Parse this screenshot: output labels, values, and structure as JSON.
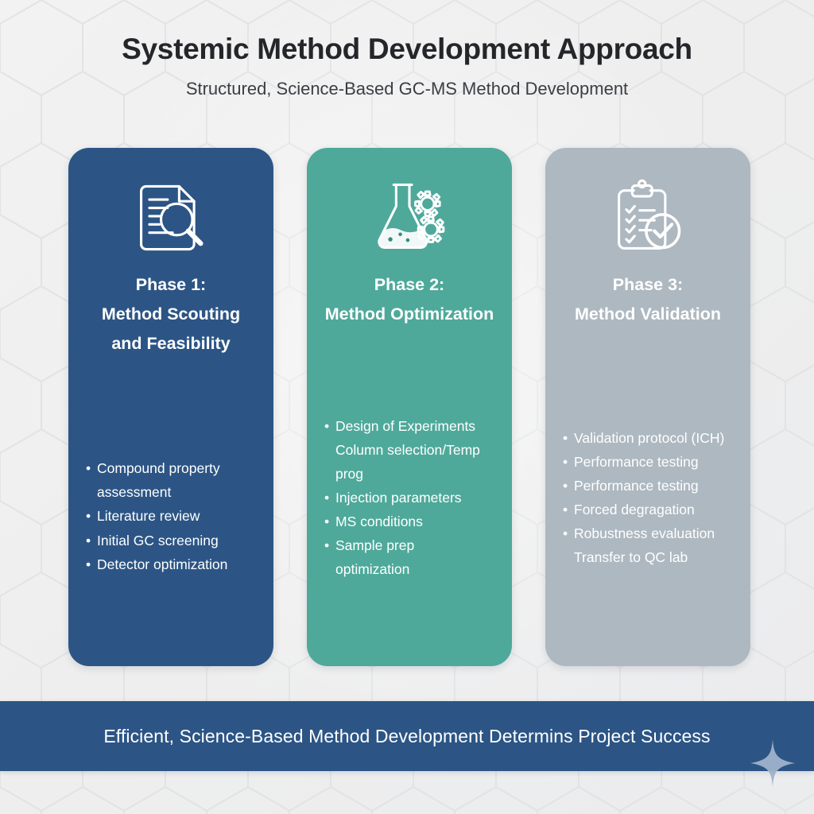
{
  "header": {
    "title": "Systemic Method Development Approach",
    "subtitle": "Structured, Science-Based GC-MS Method Development"
  },
  "colors": {
    "page_background": "#f0f0f0",
    "phase1": "#2c5585",
    "phase2": "#4ea99a",
    "phase3": "#aeb8c0",
    "footer_band": "#2c5585",
    "title_text": "#24262a",
    "subtitle_text": "#3b3e44",
    "card_text": "#ffffff"
  },
  "cards": [
    {
      "icon": "document-magnifier-icon",
      "title_line1": "Phase 1:",
      "title_line2": "Method Scouting",
      "title_line3": "and Feasibility",
      "bullets": [
        {
          "text": "Compound property",
          "continuation": false
        },
        {
          "text": "assessment",
          "continuation": true
        },
        {
          "text": "Literature review",
          "continuation": false
        },
        {
          "text": "Initial GC screening",
          "continuation": false
        },
        {
          "text": "Detector optimization",
          "continuation": false
        }
      ]
    },
    {
      "icon": "flask-gears-icon",
      "title_line1": "Phase 2:",
      "title_line2": "Method Optimization",
      "title_line3": "",
      "bullets": [
        {
          "text": "Design of Experiments",
          "continuation": false
        },
        {
          "text": "Column selection/Temp",
          "continuation": true
        },
        {
          "text": "prog",
          "continuation": true
        },
        {
          "text": "Injection parameters",
          "continuation": false
        },
        {
          "text": "MS conditions",
          "continuation": false
        },
        {
          "text": "Sample prep",
          "continuation": false
        },
        {
          "text": "optimization",
          "continuation": true
        }
      ]
    },
    {
      "icon": "clipboard-check-icon",
      "title_line1": "Phase 3:",
      "title_line2": "Method Validation",
      "title_line3": "",
      "bullets": [
        {
          "text": "Validation protocol (ICH)",
          "continuation": false
        },
        {
          "text": "Performance testing",
          "continuation": false
        },
        {
          "text": "Performance testing",
          "continuation": false
        },
        {
          "text": "Forced degragation",
          "continuation": false
        },
        {
          "text": "Robustness evaluation",
          "continuation": false
        },
        {
          "text": "Transfer to QC lab",
          "continuation": true
        }
      ]
    }
  ],
  "footer": {
    "text": "Efficient, Science-Based Method Development Determins Project Success"
  }
}
